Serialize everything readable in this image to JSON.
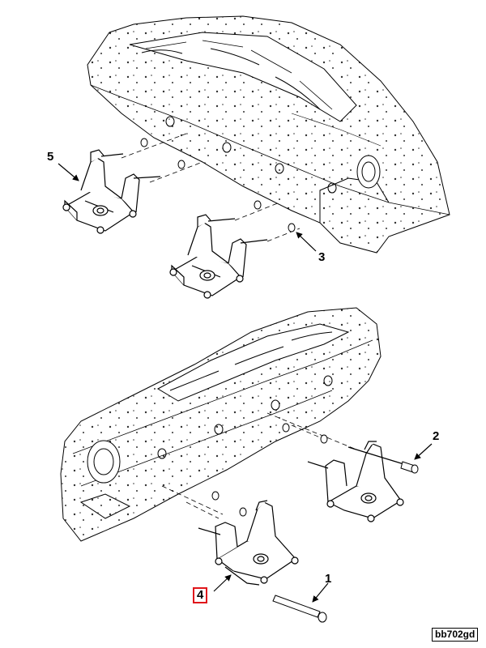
{
  "diagram": {
    "figure_code": "bb702gd",
    "highlighted_callout": "4",
    "highlight_color": "#e0161b",
    "callouts": [
      {
        "id": "callout-5",
        "label": "5"
      },
      {
        "id": "callout-3",
        "label": "3"
      },
      {
        "id": "callout-2",
        "label": "2"
      },
      {
        "id": "callout-1",
        "label": "1"
      },
      {
        "id": "callout-4",
        "label": "4"
      }
    ]
  }
}
